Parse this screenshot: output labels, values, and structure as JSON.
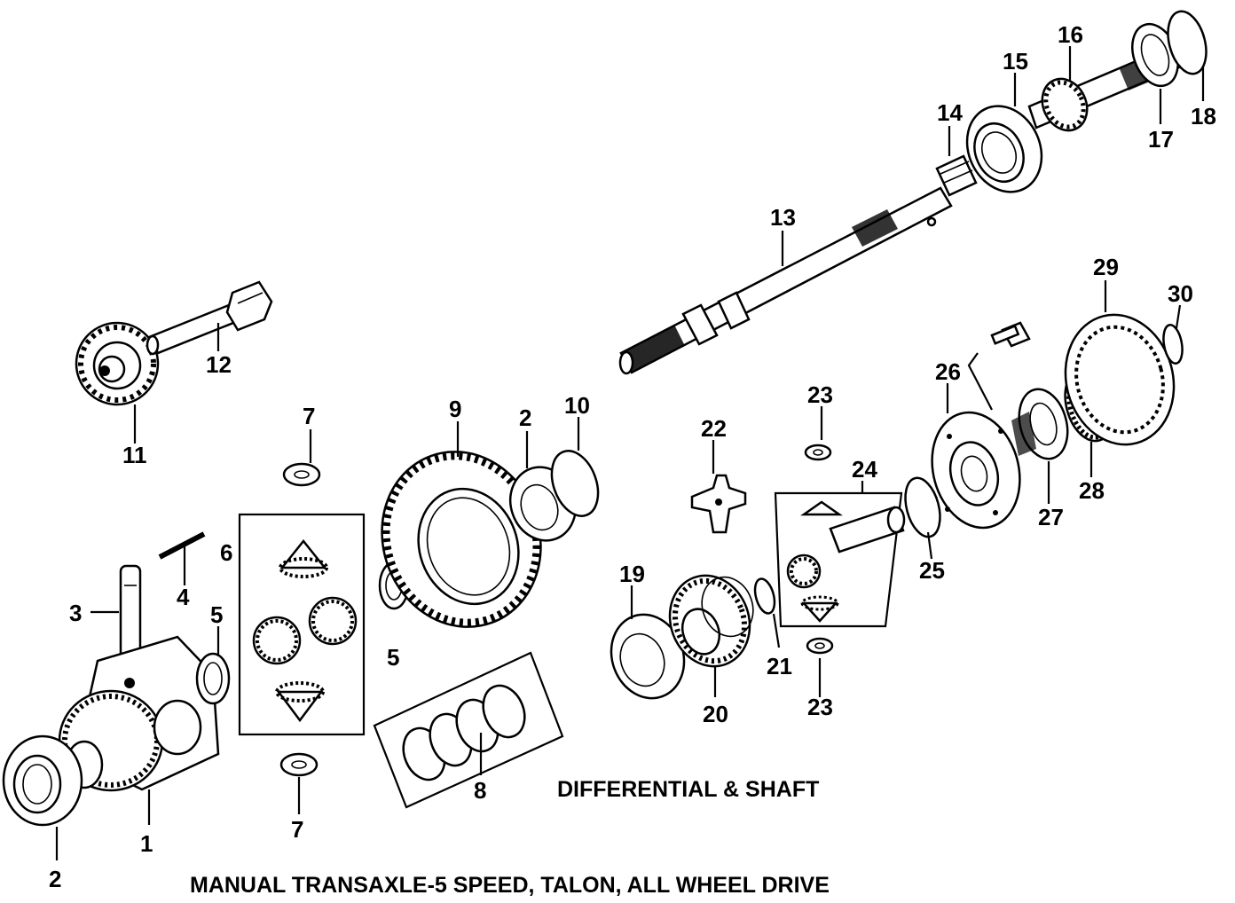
{
  "caption_section": "DIFFERENTIAL & SHAFT",
  "caption_title": "MANUAL TRANSAXLE-5 SPEED, TALON, ALL WHEEL DRIVE",
  "callouts": {
    "n1": "1",
    "n2a": "2",
    "n2b": "2",
    "n3": "3",
    "n4": "4",
    "n5a": "5",
    "n5b": "5",
    "n6": "6",
    "n7a": "7",
    "n7b": "7",
    "n8": "8",
    "n9": "9",
    "n10": "10",
    "n11": "11",
    "n12": "12",
    "n13": "13",
    "n14": "14",
    "n15": "15",
    "n16": "16",
    "n17": "17",
    "n18": "18",
    "n19": "19",
    "n20": "20",
    "n21": "21",
    "n22": "22",
    "n23a": "23",
    "n23b": "23",
    "n24": "24",
    "n25": "25",
    "n26": "26",
    "n27": "27",
    "n28": "28",
    "n29": "29",
    "n30": "30"
  }
}
